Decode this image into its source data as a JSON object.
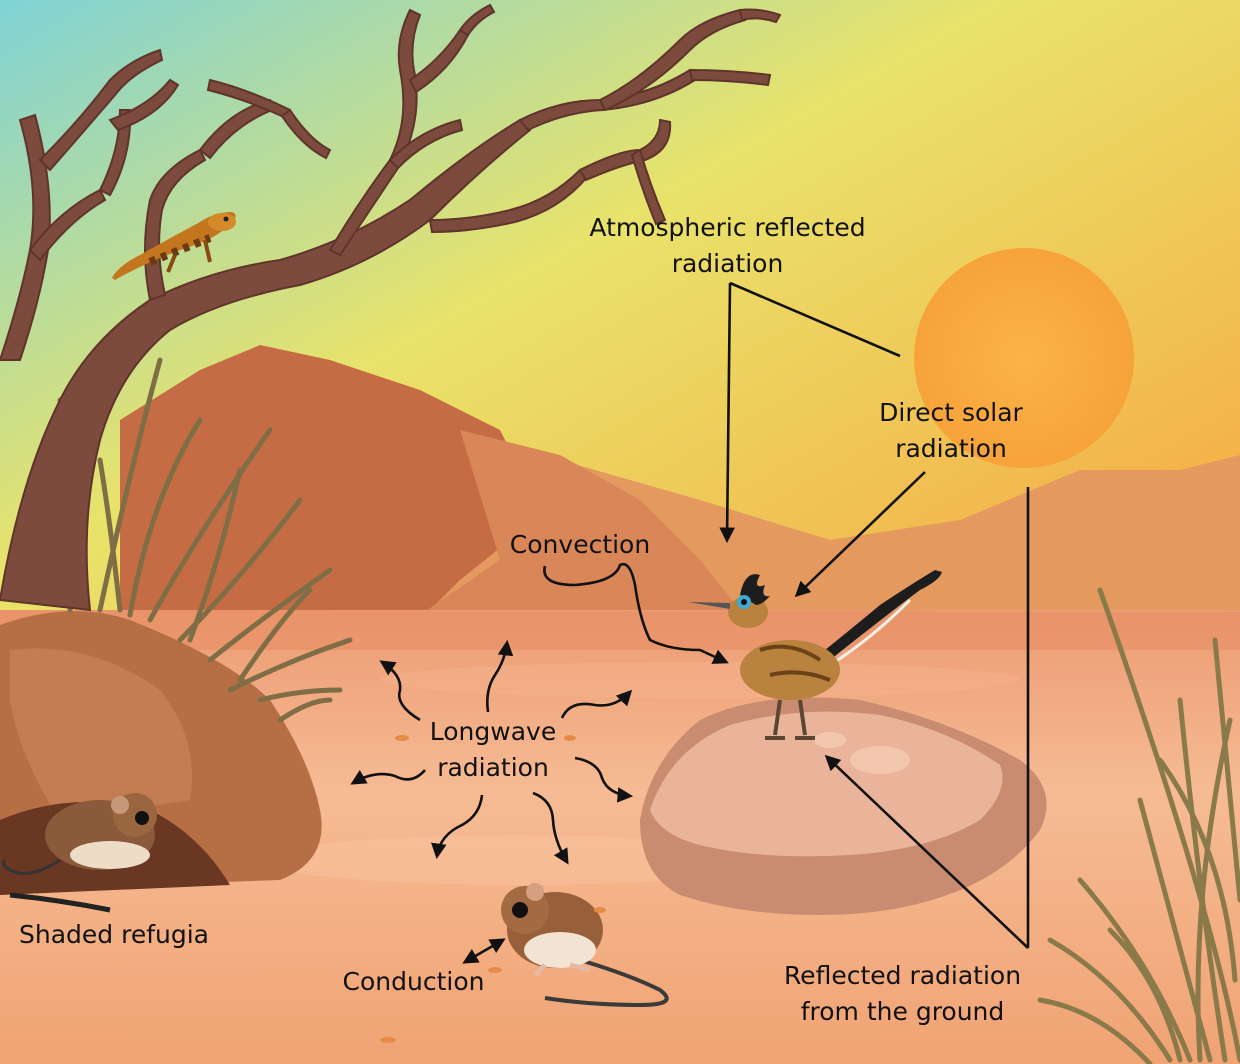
{
  "labels": {
    "atmospheric": [
      "Atmospheric reflected",
      "radiation"
    ],
    "direct_solar": [
      "Direct solar",
      "radiation"
    ],
    "convection": "Convection",
    "longwave": [
      "Longwave",
      "radiation"
    ],
    "shaded_refugia": "Shaded refugia",
    "conduction": "Conduction",
    "reflected_ground": [
      "Reflected radiation",
      "from the ground"
    ]
  },
  "colors": {
    "sky_top": "#7fd3d6",
    "sky_mid": "#e9e36a",
    "sky_low": "#f7b84a",
    "sun": "#f7a83e",
    "ground": "#f0a77a",
    "mountain": "#c9704a",
    "rock": "#e9ad8e",
    "tree": "#7d4a3e",
    "grass": "#8a7a4a",
    "arrow": "#111111"
  },
  "icons": [
    "tree",
    "lizard",
    "sun",
    "roadrunner",
    "rock",
    "grass",
    "kangaroo-rat"
  ]
}
